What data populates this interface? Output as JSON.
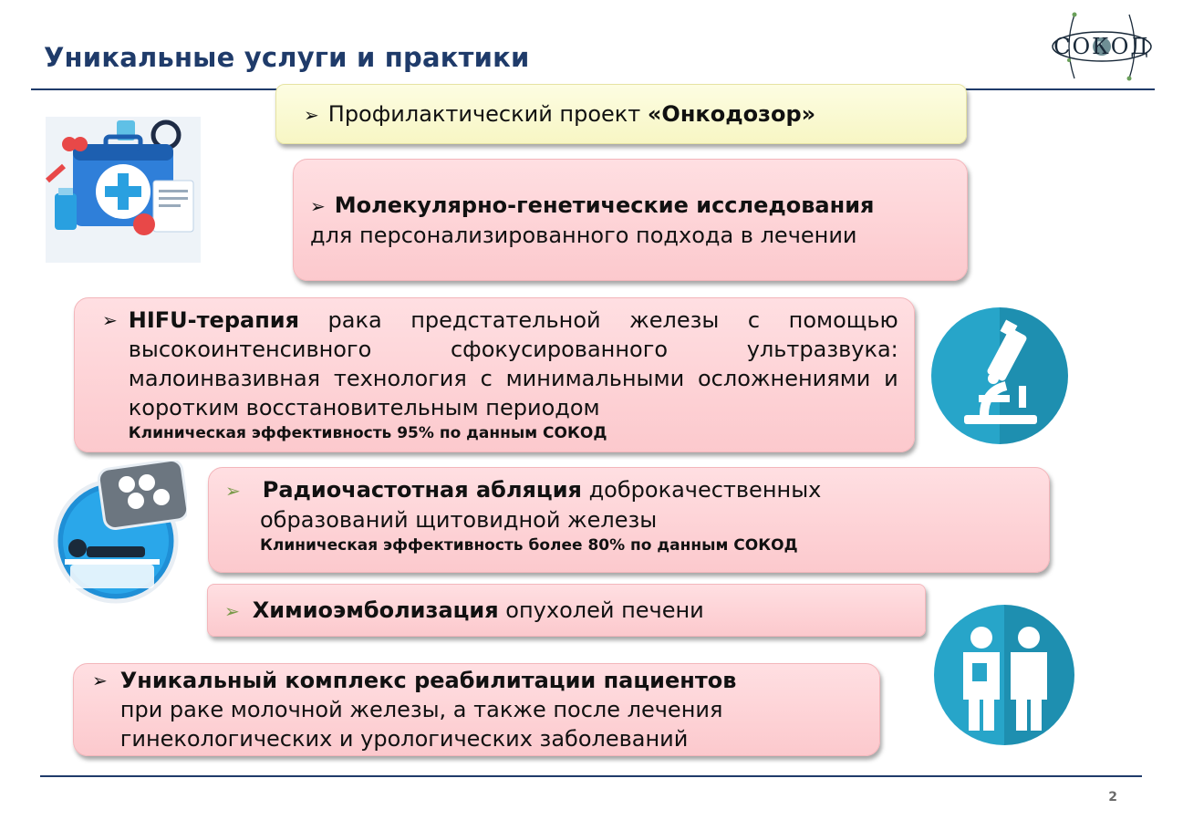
{
  "header": {
    "title": "Уникальные услуги и практики",
    "logo_text": "СОКОД"
  },
  "items": {
    "oncodozor": {
      "prefix": "Профилактический проект ",
      "bold": "«Онкодозор»"
    },
    "molecular": {
      "bold": "Молекулярно-генетические исследования",
      "text": "для персонализированного подхода в лечении"
    },
    "hifu": {
      "bold": "HIFU-терапия",
      "text": " рака предстательной железы с помощью высокоинтенсивного сфокусированного ультразвука: малоинвазивная технология с минимальными осложнениями и коротким восстановительным периодом",
      "note": "Клиническая эффективность 95% по данным СОКОД"
    },
    "rfa": {
      "bold": "Радиочастотная абляция",
      "text_line1": " доброкачественных",
      "text_line2": "образований щитовидной железы",
      "note": "Клиническая эффективность более 80% по данным СОКОД"
    },
    "chemo": {
      "bold": "Химиоэмболизация",
      "text": " опухолей печени"
    },
    "rehab": {
      "bold": "Уникальный комплекс реабилитации пациентов",
      "text": "при раке молочной железы, а также после лечения гинекологических и урологических заболеваний"
    }
  },
  "footer": {
    "page_number": "2"
  },
  "colors": {
    "title": "#1f3b6a",
    "pink_box": "#fcc9cd",
    "yellow_box": "#f7f6c4",
    "icon_blue": "#27a5c9"
  }
}
